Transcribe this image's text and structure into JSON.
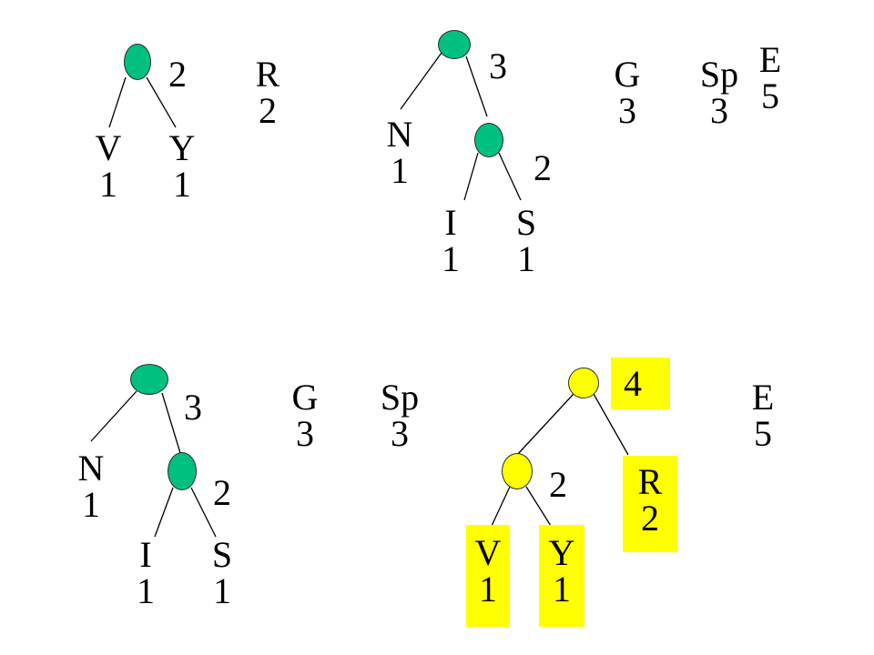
{
  "tree1": {
    "weight": "2",
    "leaves": [
      {
        "letter": "V",
        "count": "1"
      },
      {
        "letter": "Y",
        "count": "1"
      }
    ]
  },
  "tree1_r": {
    "letter": "R",
    "count": "2"
  },
  "tree2": {
    "root_weight": "3",
    "inner_weight": "2",
    "n": {
      "letter": "N",
      "count": "1"
    },
    "i": {
      "letter": "I",
      "count": "1"
    },
    "s": {
      "letter": "S",
      "count": "1"
    }
  },
  "top_singles": [
    {
      "letter": "G",
      "count": "3"
    },
    {
      "letter": "Sp",
      "count": "3"
    },
    {
      "letter": "E",
      "count": "5"
    }
  ],
  "tree3": {
    "root_weight": "3",
    "inner_weight": "2",
    "n": {
      "letter": "N",
      "count": "1"
    },
    "i": {
      "letter": "I",
      "count": "1"
    },
    "s": {
      "letter": "S",
      "count": "1"
    }
  },
  "bottom_singles": [
    {
      "letter": "G",
      "count": "3"
    },
    {
      "letter": "Sp",
      "count": "3"
    },
    {
      "letter": "E",
      "count": "5"
    }
  ],
  "tree4": {
    "root_weight": "4",
    "inner_weight": "2",
    "v": {
      "letter": "V",
      "count": "1"
    },
    "y": {
      "letter": "Y",
      "count": "1"
    },
    "r": {
      "letter": "R",
      "count": "2"
    }
  },
  "colors": {
    "green_node": "#00c080",
    "yellow_node": "#ffff00",
    "highlight": "#ffff00"
  }
}
